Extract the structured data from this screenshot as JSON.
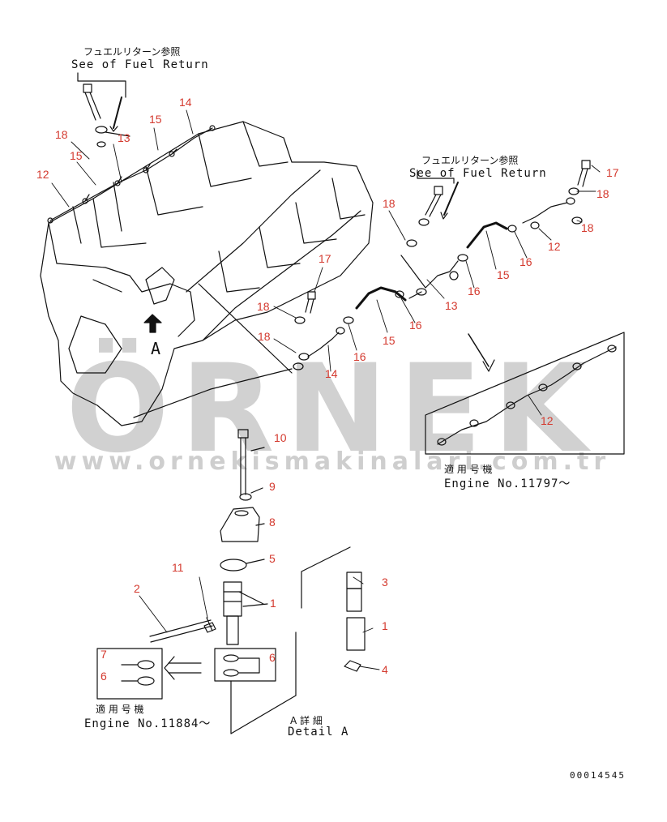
{
  "watermark": {
    "brand": "ÖRNEK",
    "site": "www.ornekismakinalari.com.tr"
  },
  "notes": {
    "fuel_return_left_jp": "フュエルリターン参照",
    "fuel_return_left_en": "See of Fuel Return",
    "fuel_return_right_jp": "フュエルリターン参照",
    "fuel_return_right_en": "See of Fuel Return",
    "engine_right_jp": "適 用 号 機",
    "engine_right_en": "Engine No.11797〜",
    "engine_left_jp": "適 用 号 機",
    "engine_left_en": "Engine No.11884〜",
    "detail_jp": "A 詳 細",
    "detail_en": "Detail A",
    "view_letter": "A",
    "doc_number": "00014545"
  },
  "callouts": {
    "c14_top": "14",
    "c15_top": "15",
    "c18_top": "18",
    "c13_top": "13",
    "c15_mid": "15",
    "c12_left": "12",
    "c18_r1": "18",
    "c17_r": "17",
    "c18_r2": "18",
    "c18_r3": "18",
    "c16_r1": "16",
    "c12_r": "12",
    "c15_r": "15",
    "c16_r2": "16",
    "c13_r": "13",
    "c17_c": "17",
    "c18_c1": "18",
    "c18_c2": "18",
    "c16_c1": "16",
    "c15_c": "15",
    "c16_c2": "16",
    "c14_c": "14",
    "c12_inset": "12",
    "c10": "10",
    "c9": "9",
    "c8": "8",
    "c5": "5",
    "c11": "11",
    "c2": "2",
    "c1_a": "1",
    "c3": "3",
    "c1_b": "1",
    "c4": "4",
    "c7": "7",
    "c6_a": "6",
    "c6_b": "6"
  },
  "colors": {
    "callout": "#d43a2f",
    "line": "#111111",
    "watermark": "#c9c9c9"
  }
}
